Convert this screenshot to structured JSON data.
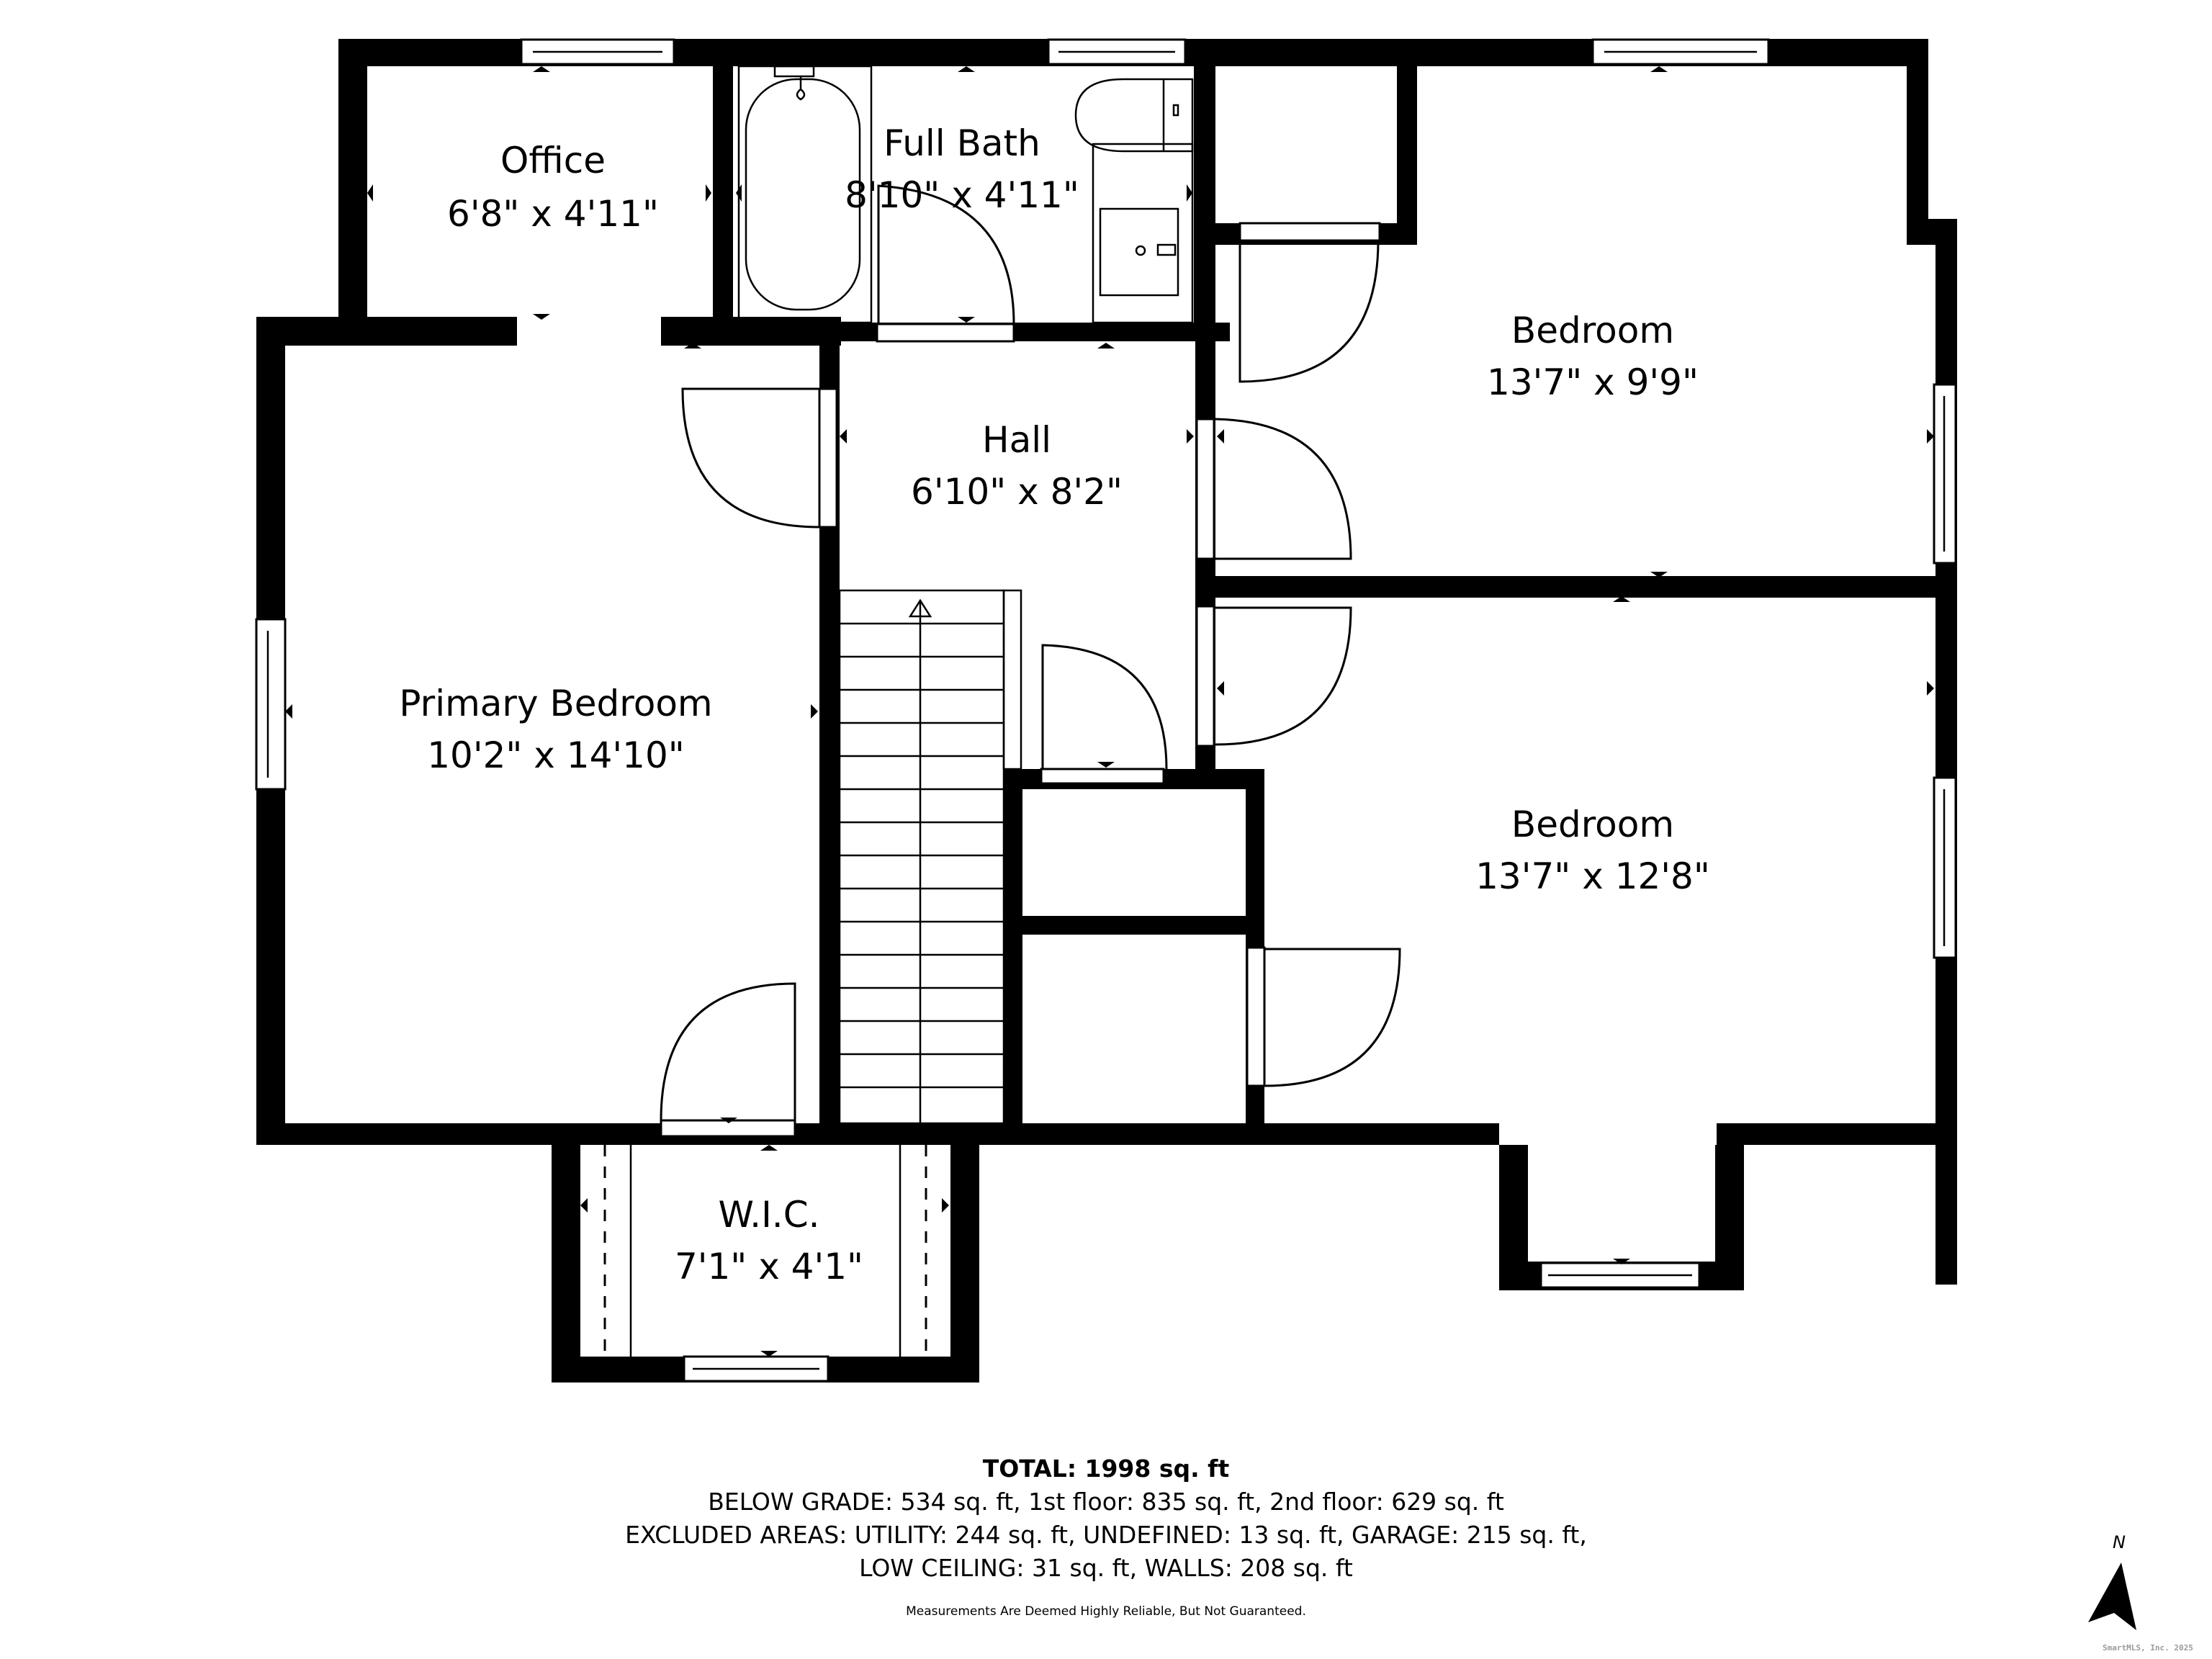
{
  "rooms": [
    {
      "name": "Office",
      "dims": "6'8\" x 4'11\""
    },
    {
      "name": "Full Bath",
      "dims": "8'10\" x 4'11\""
    },
    {
      "name": "Bedroom",
      "dims": "13'7\" x 9'9\""
    },
    {
      "name": "Hall",
      "dims": "6'10\" x 8'2\""
    },
    {
      "name": "Primary Bedroom",
      "dims": "10'2\" x 14'10\""
    },
    {
      "name": "Bedroom",
      "dims": "13'7\" x 12'8\""
    },
    {
      "name": "W.I.C.",
      "dims": "7'1\" x 4'1\""
    }
  ],
  "summary": {
    "total": "TOTAL: 1998 sq. ft",
    "line1": "BELOW GRADE: 534 sq. ft, 1st floor: 835 sq. ft, 2nd floor: 629 sq. ft",
    "line2": "EXCLUDED AREAS: UTILITY: 244 sq. ft, UNDEFINED: 13 sq. ft, GARAGE: 215 sq. ft,",
    "line3": "LOW CEILING: 31 sq. ft, WALLS: 208 sq. ft",
    "disclaimer": "Measurements Are Deemed Highly Reliable, But Not Guaranteed."
  },
  "compass": {
    "label": "N",
    "icon": "north-arrow-icon"
  },
  "copyright": "SmartMLS, Inc.  2025",
  "colors": {
    "wall": "#000000",
    "background": "#ffffff",
    "copyright": "#9a9a9a"
  }
}
